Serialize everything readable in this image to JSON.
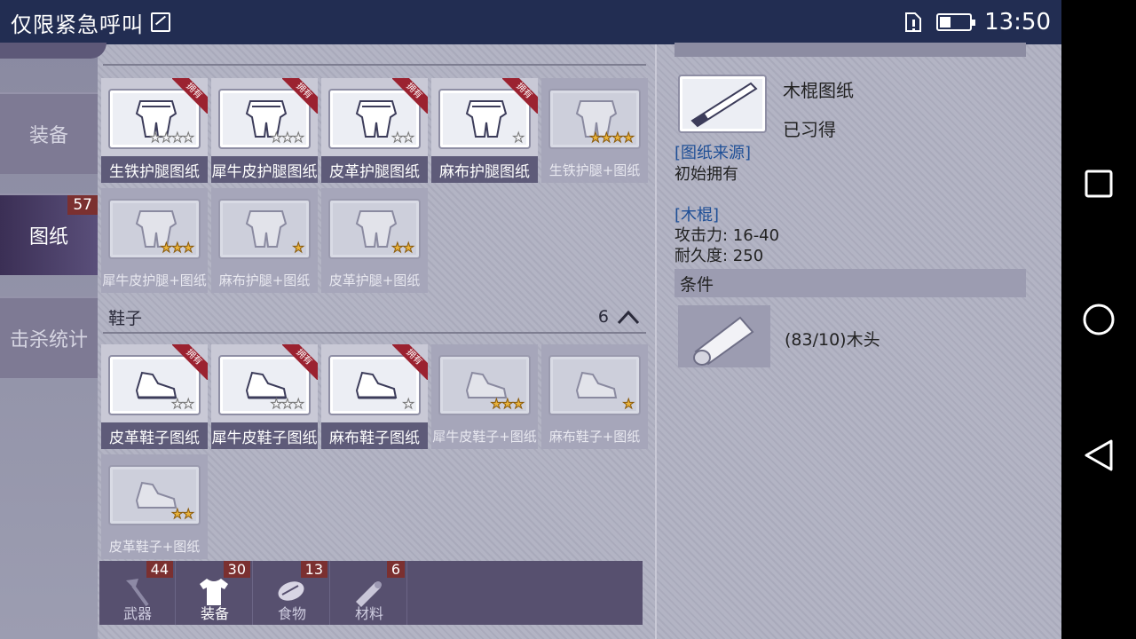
{
  "status_bar": {
    "title": "仅限紧急呼叫",
    "clock": "13:50",
    "icons": [
      "image-icon",
      "sim-alert-icon",
      "battery-icon"
    ]
  },
  "nav_bar": {
    "icons": [
      "recents-square-icon",
      "home-circle-icon",
      "back-triangle-icon"
    ]
  },
  "left_tabs": {
    "items": [
      {
        "label": "装备",
        "badge": ""
      },
      {
        "label": "图纸",
        "badge": "57",
        "active": true
      },
      {
        "label": "击杀统计",
        "badge": ""
      }
    ]
  },
  "leg_section": {
    "cards": [
      {
        "label": "生铁护腿图纸",
        "owned": true,
        "ribbon": "拥有",
        "stars_filled": 0,
        "stars_total": 4
      },
      {
        "label": "犀牛皮护腿图纸",
        "owned": true,
        "ribbon": "拥有",
        "stars_filled": 0,
        "stars_total": 3
      },
      {
        "label": "皮革护腿图纸",
        "owned": true,
        "ribbon": "拥有",
        "stars_filled": 0,
        "stars_total": 2
      },
      {
        "label": "麻布护腿图纸",
        "owned": true,
        "ribbon": "拥有",
        "stars_filled": 0,
        "stars_total": 1
      },
      {
        "label": "生铁护腿+图纸",
        "owned": false,
        "ribbon": "",
        "stars_filled": 4,
        "stars_total": 4
      },
      {
        "label": "犀牛皮护腿+图纸",
        "owned": false,
        "ribbon": "",
        "stars_filled": 3,
        "stars_total": 3
      },
      {
        "label": "麻布护腿+图纸",
        "owned": false,
        "ribbon": "",
        "stars_filled": 1,
        "stars_total": 1
      },
      {
        "label": "皮革护腿+图纸",
        "owned": false,
        "ribbon": "",
        "stars_filled": 2,
        "stars_total": 2
      }
    ]
  },
  "shoe_section": {
    "title": "鞋子",
    "count": "6",
    "cards": [
      {
        "label": "皮革鞋子图纸",
        "owned": true,
        "ribbon": "拥有",
        "stars_filled": 0,
        "stars_total": 2
      },
      {
        "label": "犀牛皮鞋子图纸",
        "owned": true,
        "ribbon": "拥有",
        "stars_filled": 0,
        "stars_total": 3
      },
      {
        "label": "麻布鞋子图纸",
        "owned": true,
        "ribbon": "拥有",
        "stars_filled": 0,
        "stars_total": 1
      },
      {
        "label": "犀牛皮鞋子+图纸",
        "owned": false,
        "ribbon": "",
        "stars_filled": 3,
        "stars_total": 3
      },
      {
        "label": "麻布鞋子+图纸",
        "owned": false,
        "ribbon": "",
        "stars_filled": 1,
        "stars_total": 1
      },
      {
        "label": "皮革鞋子+图纸",
        "owned": false,
        "ribbon": "",
        "stars_filled": 2,
        "stars_total": 2
      }
    ]
  },
  "category_bar": {
    "items": [
      {
        "label": "武器",
        "badge": "44",
        "icon": "axe-icon"
      },
      {
        "label": "装备",
        "badge": "30",
        "icon": "shirt-icon",
        "active": true
      },
      {
        "label": "食物",
        "badge": "13",
        "icon": "meat-icon"
      },
      {
        "label": "材料",
        "badge": "6",
        "icon": "wood-log-icon"
      }
    ]
  },
  "detail": {
    "name": "木棍图纸",
    "status": "已习得",
    "source_heading": "[图纸来源]",
    "source_text": "初始拥有",
    "item_heading": "[木棍]",
    "attack": "攻击力: 16-40",
    "durability": "耐久度: 250",
    "conditions_heading": "条件",
    "condition_text": "(83/10)木头"
  },
  "colors": {
    "status_bar": "#222d52",
    "badge_red": "#7b3030",
    "ribbon_red": "#9b2230",
    "label_purple": "#5e5b79",
    "heading_blue": "#1f4f96",
    "star_gold": "#e9b23a"
  }
}
